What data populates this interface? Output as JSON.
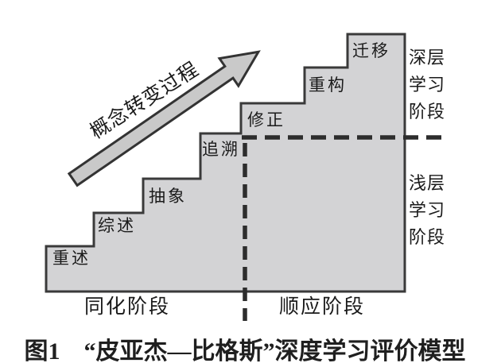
{
  "figure": {
    "arrow_label": "概念转变过程",
    "steps": [
      {
        "label": "重述"
      },
      {
        "label": "综述"
      },
      {
        "label": "抽象"
      },
      {
        "label": "追溯"
      },
      {
        "label": "修正"
      },
      {
        "label": "重构"
      },
      {
        "label": "迁移"
      }
    ],
    "right_labels": {
      "deep": "深层\n学习\n阶段",
      "shallow": "浅层\n学习\n阶段"
    },
    "bottom_labels": {
      "assimilation": "同化阶段",
      "accommodation": "顺应阶段"
    },
    "caption": "图1　“皮亚杰—比格斯”深度学习评价模型",
    "colors": {
      "staircase_fill": "#d3d3d5",
      "arrow_fill": "#c9c9c9",
      "outline": "#3a3a3a",
      "dashed_line": "#2d2d2d",
      "text": "#1a1a1a"
    }
  }
}
